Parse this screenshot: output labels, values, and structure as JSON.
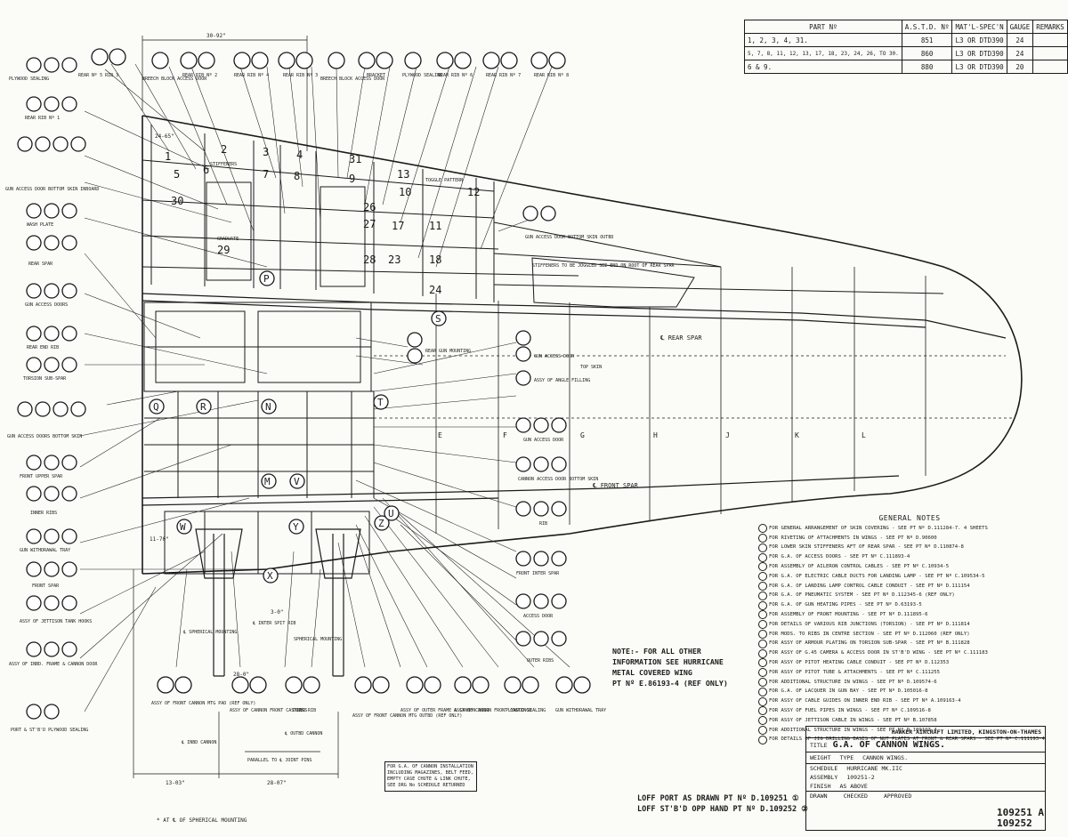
{
  "parts_table": {
    "headers": [
      "PART Nº",
      "A.S.T.D. Nº",
      "MAT'L-SPEC'N",
      "GAUGE",
      "REMARKS"
    ],
    "rows": [
      [
        "1, 2, 3, 4, 31.",
        "851",
        "L3 OR DTD390",
        "24",
        ""
      ],
      [
        "5, 7, 8, 11, 12, 13, 17, 18, 23, 24, 26, TO 30.",
        "860",
        "L3 OR DTD390",
        "24",
        ""
      ],
      [
        "6 & 9.",
        "880",
        "L3 OR DTD390",
        "20",
        ""
      ]
    ]
  },
  "balloon_labels_top": [
    "REAR Nº 5 RIB 3",
    "BREECH BLOCK ACCESS DOOR",
    "REAR RIB Nº 2",
    "REAR RIB Nº 4",
    "REAR RIB Nº 3",
    "BREECH BLOCK ACCESS DOOR",
    "BRACKET",
    "PLYWOOD SEALING",
    "REAR RIB Nº 6",
    "REAR RIB Nº 7",
    "REAR RIB Nº 8"
  ],
  "balloon_labels_left": [
    "PLYWOOD SEALING",
    "REAR RIB Nº 1",
    "GUN ACCESS DOOR BOTTOM SKIN INBOARD",
    "WASH PLATE",
    "REAR SPAR",
    "GUN ACCESS DOORS",
    "REAR END RIB",
    "TORSION SUB-SPAR",
    "GUN ACCESS DOORS BOTTOM SKIN",
    "FRONT UPPER SPAR",
    "INNER RIBS",
    "GUN WITHDRAWAL TRAY",
    "FRONT SPAR",
    "ASSY OF JETTISON TANK HOOKS",
    "ASSY OF INBD. FRAME & CANNON DOOR",
    "PORT & ST'B'D PLYWOOD SEALING"
  ],
  "balloon_labels_bottom": [
    "ASSY OF FRONT CANNON MTG PAD (REF ONLY)",
    "ASSY OF CANNON FRONT CASTINGS",
    "INNER RIB",
    "ASSY OF FRONT CANNON MTG OUTBD (REF ONLY)",
    "ASSY OF OUTER FRAME & CANNON DOOR",
    "ASSY OF CANNON FRONT CASTINGS",
    "PLYWOOD SEALING",
    "GUN WITHDRAWAL TRAY"
  ],
  "balloon_labels_right": [
    "REAR GUN MOUNTING",
    "GUN ACCESS DOOR",
    "ASSY OF ANGLE FILLING",
    "TOP SKIN",
    "GUN ACCESS DOOR",
    "CANNON ACCESS DOOR BOTTOM SKIN",
    "RIB",
    "FRONT INTER SPAR",
    "ACCESS DOOR",
    "OUTER RIBS",
    "GUN ACCESS DOOR BOTTOM SKIN OUTBD"
  ],
  "panel_numbers": [
    "1",
    "2",
    "3",
    "4",
    "5",
    "6",
    "7",
    "8",
    "9",
    "10",
    "11",
    "12",
    "13",
    "17",
    "18",
    "23",
    "24",
    "26",
    "27",
    "28",
    "29",
    "30",
    "31"
  ],
  "station_letters": [
    "P",
    "S",
    "Q",
    "R",
    "N",
    "T",
    "M",
    "V",
    "W",
    "Y",
    "Z",
    "U",
    "X",
    "E",
    "F",
    "G",
    "H",
    "J",
    "K",
    "L"
  ],
  "spar_labels": [
    "℄ REAR SPAR",
    "℄ FRONT SPAR"
  ],
  "callouts": [
    "℄ INTER SPIT RIB",
    "℄ SPHERICAL MOUNTING",
    "SPHERICAL MOUNTING",
    "℄ OUTBD CANNON",
    "℄ INBD CANNON",
    "PARALLEL TO ℄ JOINT PINS",
    "STIFFENERS TO BE JOGGLED SEE END ON ROOT OF REAR SPAR",
    "STIFFENERS",
    "GRADUATE",
    "TOGGLE PATTERN"
  ],
  "dimensions": [
    "30-92\"",
    "24-65\"",
    "13-03\"",
    "28-07\"",
    "28-0\"",
    "3-0\"",
    "11-70\""
  ],
  "bottom_left_note": "* AT ℄ OF SPHERICAL MOUNTING",
  "cannon_note": "FOR G.A. OF CANNON INSTALLATION INCLUDING MAGAZINES, BELT FEED, EMPTY CASE CHUTE & LINK CHUTE, SEE DRG No SCHEDULE RETURNED",
  "main_note": [
    "NOTE:- FOR ALL OTHER",
    "INFORMATION SEE HURRICANE",
    "METAL COVERED WING",
    "PT Nº E.86193-4 (REF ONLY)"
  ],
  "general_notes": {
    "title": "GENERAL NOTES",
    "items": [
      "FOR GENERAL ARRANGEMENT OF SKIN COVERING - SEE PT Nº D.111284-7. 4 SHEETS",
      "FOR RIVETING OF ATTACHMENTS IN WINGS - SEE PT Nº D.90600",
      "FOR LOWER SKIN STIFFENERS AFT OF REAR SPAR - SEE PT Nº D.110874-8",
      "FOR G.A. OF ACCESS DOORS - SEE PT Nº C.111893-4",
      "FOR ASSEMBLY OF AILERON CONTROL CABLES - SEE PT Nº C.10934-5",
      "FOR G.A. OF ELECTRIC CABLE DUCTS FOR LANDING LAMP - SEE PT Nº C.109534-5",
      "FOR G.A. OF LANDING LAMP CONTROL CABLE CONDUIT - SEE PT Nº D.111154",
      "FOR G.A. OF PNEUMATIC SYSTEM - SEE PT Nº D.112345-6 (REF ONLY)",
      "FOR G.A. OF GUN HEATING PIPES - SEE PT Nº D.63193-5",
      "FOR ASSEMBLY OF FRONT MOUNTING - SEE PT Nº D.111895-6",
      "FOR DETAILS OF VARIOUS RIB JUNCTIONS (TORSION) - SEE PT Nº D.111814",
      "FOR MODS. TO RIBS IN CENTRE SECTION - SEE PT Nº D.112060 (REF ONLY)",
      "FOR ASSY OF ARMOUR PLATING ON TORSION SUB-SPAR - SEE PT Nº B.111828",
      "FOR ASSY OF G.45 CAMERA & ACCESS DOOR IN ST'B'D WING - SEE PT Nº C.111183",
      "FOR ASSY OF PITOT HEATING CABLE CONDUIT - SEE PT Nº D.112353",
      "FOR ASSY OF PITOT TUBE & ATTACHMENTS - SEE PT Nº C.111255",
      "FOR ADDITIONAL STRUCTURE IN WINGS - SEE PT Nº D.109574-6",
      "FOR G.A. OF LACQUER IN GUN BAY - SEE PT Nº D.105016-8",
      "FOR ASSY OF CABLE GUIDES ON INNER END RIB - SEE PT Nº A.109163-4",
      "FOR ASSY OF FUEL PIPES IN WINGS - SEE PT Nº C.109516-8",
      "FOR ASSY OF JETTISON CABLE IN WINGS - SEE PT Nº B.107858",
      "FOR ADDITIONAL STRUCTURE IN WINGS - SEE PT Nº D.109193-4",
      "FOR DETAILS OF JIG DRILLING BASES OF NUT PLATES AT FRONT & REAR SPARS - SEE PT Nº C.111193-4"
    ]
  },
  "title_block": {
    "company": "HAWKER AIRCRAFT LIMITED, KINGSTON-ON-THAMES",
    "title_label": "TITLE",
    "title": "G.A. OF CANNON WINGS.",
    "weight_label": "WEIGHT",
    "type_label": "TYPE",
    "type_value": "CANNON WINGS.",
    "schedule_label": "SCHEDULE",
    "schedule_value": "HURRICANE MK.IIC",
    "assy_label": "ASSEMBLY",
    "assy_value": "109251-2",
    "finish_label": "FINISH",
    "finish_value": "AS ABOVE",
    "drawn_label": "DRAWN",
    "checked_label": "CHECKED",
    "approved_label": "APPROVED"
  },
  "loft_lines": [
    "LOFF PORT  AS DRAWN  PT Nº D.109251 ①",
    "LOFF ST'B'D OPP HAND PT Nº D.109252 ②"
  ],
  "drawing_numbers": [
    "109251 A",
    "109252"
  ]
}
